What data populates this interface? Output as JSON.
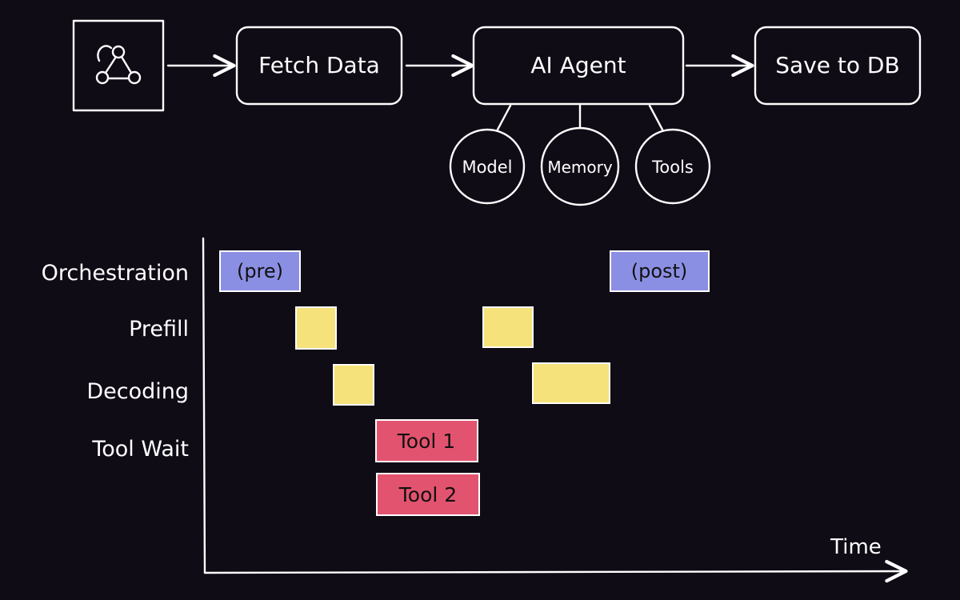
{
  "workflow": {
    "trigger_icon": "webhook-icon",
    "steps": [
      {
        "label": "Fetch Data"
      },
      {
        "label": "AI Agent"
      },
      {
        "label": "Save to DB"
      }
    ],
    "agent_components": [
      "Model",
      "Memory",
      "Tools"
    ]
  },
  "timeline": {
    "axis_label": "Time",
    "rows": [
      "Orchestration",
      "Prefill",
      "Decoding",
      "Tool Wait"
    ],
    "blocks": [
      {
        "row": "Orchestration",
        "label": "(pre)",
        "color": "#8b8fe3"
      },
      {
        "row": "Prefill",
        "label": "",
        "color": "#f6e27a"
      },
      {
        "row": "Decoding",
        "label": "",
        "color": "#f6e27a"
      },
      {
        "row": "Tool Wait",
        "label": "Tool 1",
        "color": "#e2536f"
      },
      {
        "row": "Tool Wait",
        "label": "Tool 2",
        "color": "#e2536f"
      },
      {
        "row": "Prefill",
        "label": "",
        "color": "#f6e27a"
      },
      {
        "row": "Decoding",
        "label": "",
        "color": "#f6e27a"
      },
      {
        "row": "Orchestration",
        "label": "(post)",
        "color": "#8b8fe3"
      }
    ]
  },
  "colors": {
    "background": "#0f0c16",
    "stroke": "#ffffff",
    "orchestration": "#8b8fe3",
    "inference": "#f6e27a",
    "tool": "#e2536f"
  }
}
